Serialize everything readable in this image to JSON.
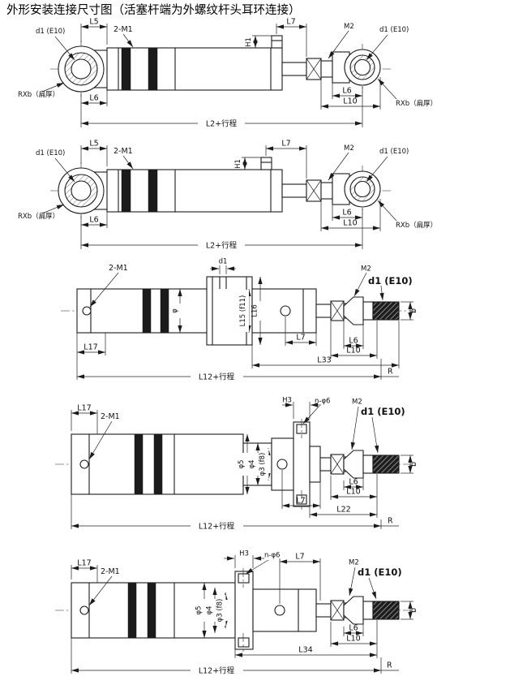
{
  "title": "外形安装连接尺寸图（活塞杆端为外螺纹杆头耳环连接）",
  "drawing1": {
    "l5": "L5",
    "m1": "2-M1",
    "h1": "H1",
    "l7": "L7",
    "m2": "M2",
    "d1_left": "d1 (E10)",
    "d1_right": "d1 (E10)",
    "rxb_left": "RXb（扁厚）",
    "rxb_right": "RXb（扁厚）",
    "l6_left": "L6",
    "l6_right": "L6",
    "l10": "L10",
    "l2": "L2+行程"
  },
  "drawing2": {
    "l5": "L5",
    "m1": "2-M1",
    "h1": "H1",
    "l7": "L7",
    "m2": "M2",
    "d1_left": "d1 (E10)",
    "d1_right": "d1 (E10)",
    "rxb_left": "RXb（扁厚）",
    "rxb_right": "RXb（扁厚）",
    "l6_left": "L6",
    "l6_right": "L6",
    "l10": "L10",
    "l2": "L2+行程"
  },
  "drawing3": {
    "m1": "2-M1",
    "d1_top": "d1",
    "phi": "φ",
    "l15": "L15 (f11)",
    "l16": "L16",
    "m2": "M2",
    "d1_right": "d1 (E10)",
    "b": "b",
    "l17": "L17",
    "l7": "L7",
    "l6": "L6",
    "l10": "L10",
    "l33": "L33",
    "l12": "L12+行程",
    "r": "R"
  },
  "drawing4": {
    "l17": "L17",
    "m1": "2-M1",
    "h3": "H3",
    "n_phi": "n-φ6",
    "phi5": "φ5",
    "phi4": "φ4",
    "phi3": "φ3 (f8)",
    "m2": "M2",
    "d1_right": "d1 (E10)",
    "b": "b",
    "l6": "L6",
    "l7": "L7",
    "l10": "L10",
    "l22": "L22",
    "l12": "L12+行程",
    "r": "R"
  },
  "drawing5": {
    "l17": "L17",
    "m1": "2-M1",
    "h3": "H3",
    "n_phi": "n-φ6",
    "l7": "L7",
    "phi5": "φ5",
    "phi4": "φ4",
    "phi3": "φ3 (f8)",
    "m2": "M2",
    "d1_right": "d1 (E10)",
    "b": "b",
    "l6": "L6",
    "l10": "L10",
    "l34": "L34",
    "l12": "L12+行程",
    "r": "R"
  }
}
